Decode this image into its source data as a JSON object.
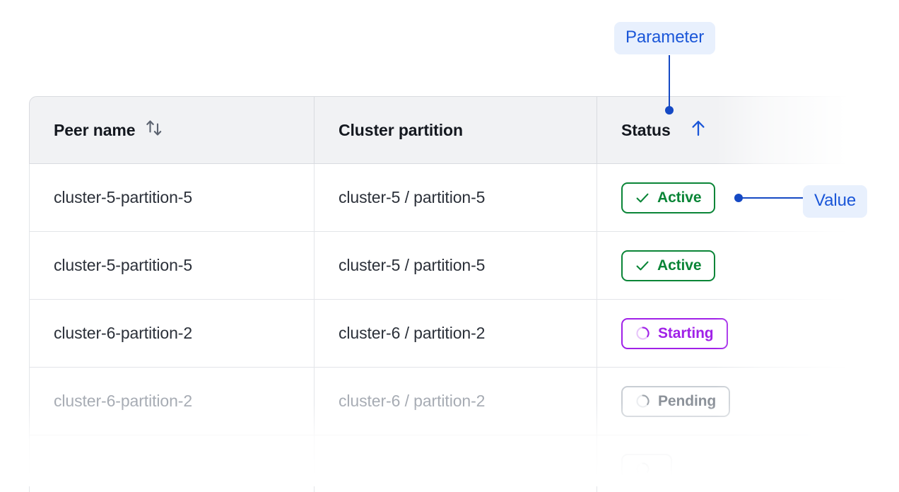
{
  "table": {
    "columns": [
      {
        "label": "Peer name",
        "sort_icon": "sort-updown-icon",
        "sort_state": "none"
      },
      {
        "label": "Cluster partition",
        "sort_icon": null,
        "sort_state": "none"
      },
      {
        "label": "Status",
        "sort_icon": "arrow-up-icon",
        "sort_state": "ascending"
      }
    ],
    "rows": [
      {
        "peer_name": "cluster-5-partition-5",
        "cluster_partition": "cluster-5 / partition-5",
        "status": "Active",
        "status_kind": "active",
        "status_icon": "check-icon",
        "dimmed": false
      },
      {
        "peer_name": "cluster-5-partition-5",
        "cluster_partition": "cluster-5 / partition-5",
        "status": "Active",
        "status_kind": "active",
        "status_icon": "check-icon",
        "dimmed": false
      },
      {
        "peer_name": "cluster-6-partition-2",
        "cluster_partition": "cluster-6 / partition-2",
        "status": "Starting",
        "status_kind": "starting",
        "status_icon": "spinner-icon",
        "dimmed": false
      },
      {
        "peer_name": "cluster-6-partition-2",
        "cluster_partition": "cluster-6 / partition-2",
        "status": "Pending",
        "status_kind": "pending",
        "status_icon": "spinner-icon",
        "dimmed": true
      },
      {
        "peer_name": "",
        "cluster_partition": "",
        "status": "",
        "status_kind": "pending",
        "status_icon": "spinner-icon",
        "dimmed": true
      }
    ]
  },
  "annotations": {
    "parameter": {
      "label": "Parameter",
      "target": "status-column-header"
    },
    "value": {
      "label": "Value",
      "target": "status-badge-row-1"
    }
  },
  "colors": {
    "annotation_text": "#1a56d8",
    "annotation_pill_bg": "#e8f0fd",
    "annotation_line": "#1549c4",
    "status_active": "#0a8537",
    "status_starting": "#a021e8",
    "status_pending": "#8b9199",
    "header_bg": "#f1f2f4",
    "header_text": "#14181f",
    "cell_text": "#2b3039",
    "cell_text_dimmed": "#a6abb3",
    "border": "#d9dbe0",
    "row_border": "#e3e5e9",
    "sort_icon": "#5c6370",
    "sort_icon_active": "#1a56d8"
  }
}
